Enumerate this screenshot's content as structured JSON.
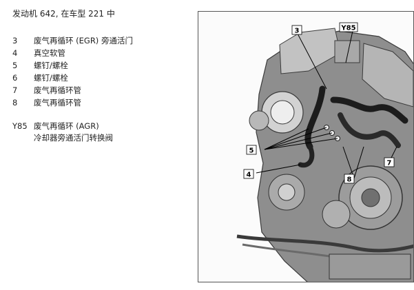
{
  "title": "发动机 642, 在车型 221 中",
  "legend": [
    {
      "num": "3",
      "text": "废气再循环 (EGR) 旁通活门"
    },
    {
      "num": "4",
      "text": "真空软管"
    },
    {
      "num": "5",
      "text": "螺钉/螺栓"
    },
    {
      "num": "6",
      "text": "螺钉/螺栓"
    },
    {
      "num": "7",
      "text": "废气再循环管"
    },
    {
      "num": "8",
      "text": "废气再循环管"
    }
  ],
  "y85": {
    "code": "Y85",
    "line1": "废气再循环 (AGR)",
    "line2": "冷却器旁通活门转换阀"
  },
  "figure": {
    "callouts": {
      "c3": "3",
      "cY85": "Y85",
      "c5": "5",
      "c4": "4",
      "c8": "8",
      "c7": "7"
    }
  }
}
